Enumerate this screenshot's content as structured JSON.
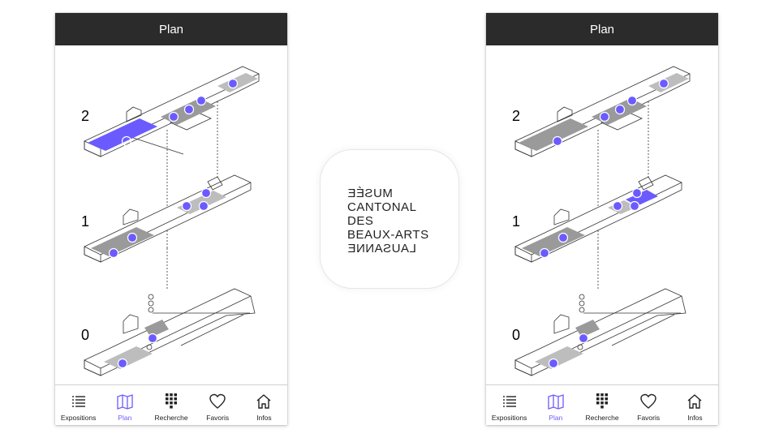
{
  "screens": [
    {
      "title": "Plan",
      "floors": [
        "2",
        "1",
        "0"
      ],
      "highlight": "floor2-temp"
    },
    {
      "title": "Plan",
      "floors": [
        "2",
        "1",
        "0"
      ],
      "highlight": "floor1-room"
    }
  ],
  "tabs": [
    {
      "label": "Expositions",
      "icon": "list-icon"
    },
    {
      "label": "Plan",
      "icon": "map-icon"
    },
    {
      "label": "Recherche",
      "icon": "keypad-icon"
    },
    {
      "label": "Favoris",
      "icon": "heart-icon"
    },
    {
      "label": "Infos",
      "icon": "home-icon"
    }
  ],
  "active_tab": "Plan",
  "logo_lines": [
    "MUSÉE",
    "CANTONAL",
    "DES",
    "BEAUX-ARTS",
    "LAUSANNE"
  ],
  "colors": {
    "accent": "#6b5bff",
    "topbar": "#2b2b2b",
    "room_gray": "#9a9a9a"
  }
}
